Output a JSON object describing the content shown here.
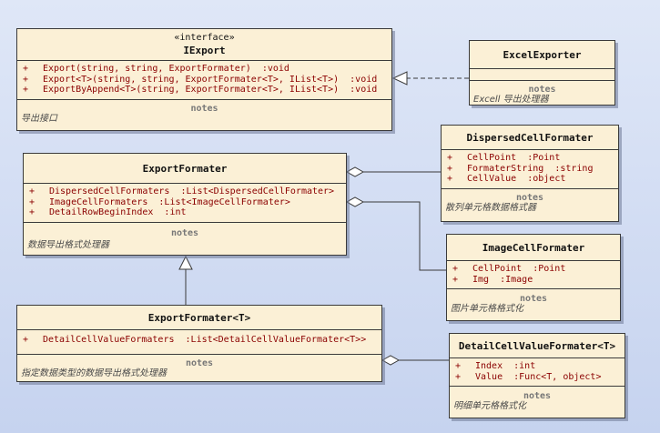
{
  "classes": {
    "iexport": {
      "stereotype": "«interface»",
      "name": "IExport",
      "members": [
        {
          "vis": "+",
          "text": "Export(string, string, ExportFormater)  :void"
        },
        {
          "vis": "+",
          "text": "Export<T>(string, string, ExportFormater<T>, IList<T>)  :void"
        },
        {
          "vis": "+",
          "text": "ExportByAppend<T>(string, ExportFormater<T>, IList<T>)  :void"
        }
      ],
      "notes_label": "notes",
      "notes": "导出接口"
    },
    "excel_exporter": {
      "name": "ExcelExporter",
      "members": [],
      "notes_label": "notes",
      "notes": "Excell 导出处理器"
    },
    "dispersed_cell_formater": {
      "name": "DispersedCellFormater",
      "members": [
        {
          "vis": "+",
          "text": "CellPoint  :Point"
        },
        {
          "vis": "+",
          "text": "FormaterString  :string"
        },
        {
          "vis": "+",
          "text": "CellValue  :object"
        }
      ],
      "notes_label": "notes",
      "notes": "散列单元格数据格式器"
    },
    "export_formater": {
      "name": "ExportFormater",
      "members": [
        {
          "vis": "+",
          "text": "DispersedCellFormaters  :List<DispersedCellFormater>"
        },
        {
          "vis": "+",
          "text": "ImageCellFormaters  :List<ImageCellFormater>"
        },
        {
          "vis": "+",
          "text": "DetailRowBeginIndex  :int"
        }
      ],
      "notes_label": "notes",
      "notes": "数据导出格式处理器"
    },
    "image_cell_formater": {
      "name": "ImageCellFormater",
      "members": [
        {
          "vis": "+",
          "text": "CellPoint  :Point"
        },
        {
          "vis": "+",
          "text": "Img  :Image"
        }
      ],
      "notes_label": "notes",
      "notes": "图片单元格格式化"
    },
    "export_formater_t": {
      "name": "ExportFormater<T>",
      "members": [
        {
          "vis": "+",
          "text": "DetailCellValueFormaters  :List<DetailCellValueFormater<T>>"
        }
      ],
      "notes_label": "notes",
      "notes": "指定数据类型的数据导出格式处理器"
    },
    "detail_cell_value_formater": {
      "name": "DetailCellValueFormater<T>",
      "members": [
        {
          "vis": "+",
          "text": "Index  :int"
        },
        {
          "vis": "+",
          "text": "Value  :Func<T, object>"
        }
      ],
      "notes_label": "notes",
      "notes": "明细单元格格式化"
    }
  },
  "colors": {
    "background_top": "#dfe7f7",
    "box_fill": "#fbf0d6",
    "member_text": "#8b0000",
    "line": "#3a3a3a"
  }
}
